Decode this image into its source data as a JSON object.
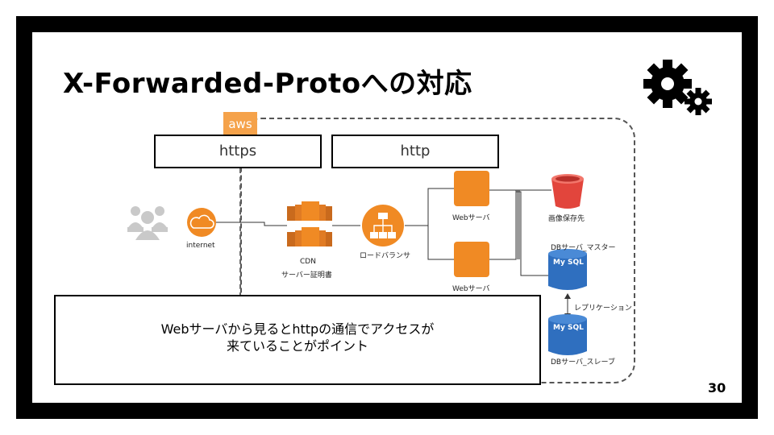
{
  "slide": {
    "title": "X-Forwarded-Protoへの対応",
    "page_number": "30"
  },
  "cloud": {
    "badge": "aws"
  },
  "protocols": {
    "https": "https",
    "http": "http"
  },
  "nodes": {
    "users": "",
    "internet": "internet",
    "cdn": "CDN",
    "cdn_cert": "サーバー証明書",
    "load_balancer": "ロードバランサ",
    "web_server_1": "Webサーバ",
    "web_server_2": "Webサーバ",
    "image_storage": "画像保存先",
    "db_master_label": "DBサーバ_マスター",
    "db_master_icon": "My SQL",
    "replication": "レプリケーション",
    "db_slave_icon": "My SQL",
    "db_slave_label": "DBサーバ_スレーブ"
  },
  "note": {
    "line1": "Webサーバから見るとhttpの通信でアクセスが",
    "line2": "来ていることがポイント"
  },
  "icons": {
    "gears": "gears-icon",
    "users": "users-icon",
    "cloud": "cloud-icon",
    "cdn": "cdn-icon",
    "load_balancer": "load-balancer-icon",
    "server": "server-icon",
    "bucket": "bucket-icon",
    "database": "database-icon"
  },
  "colors": {
    "aws_orange": "#f5a24a",
    "server_orange": "#f08a24",
    "bucket_red": "#e2453c",
    "db_blue": "#2f6fbf"
  }
}
